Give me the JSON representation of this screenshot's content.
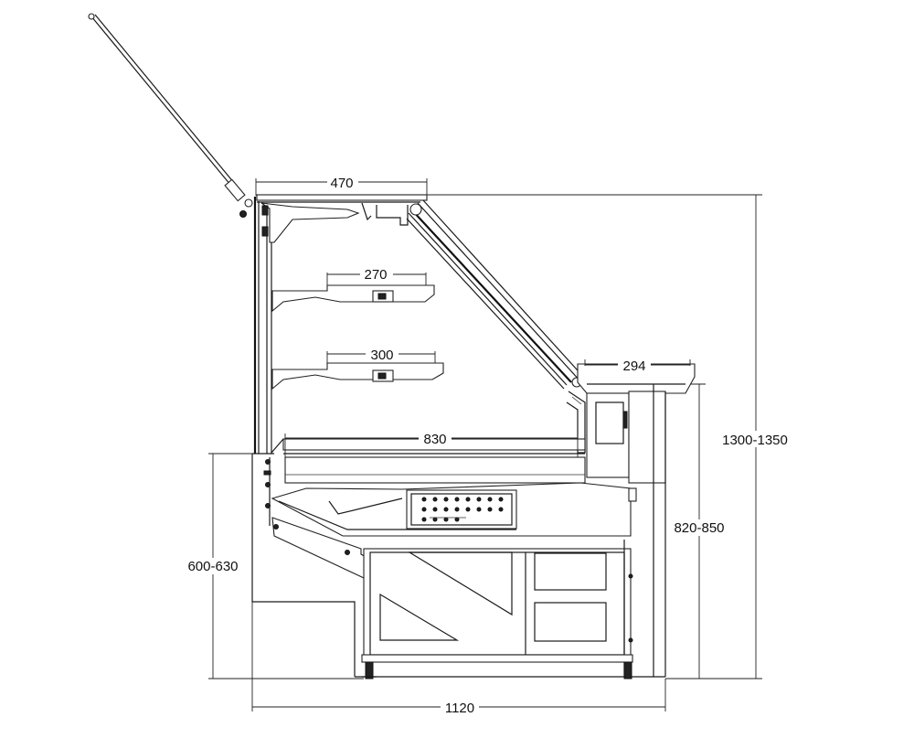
{
  "dimensions": {
    "top_depth": "470",
    "upper_shelf": "270",
    "lower_shelf": "300",
    "counter_depth": "294",
    "display_depth": "830",
    "total_height": "1300-1350",
    "counter_height": "820-850",
    "base_height": "600-630",
    "total_width": "1120"
  }
}
